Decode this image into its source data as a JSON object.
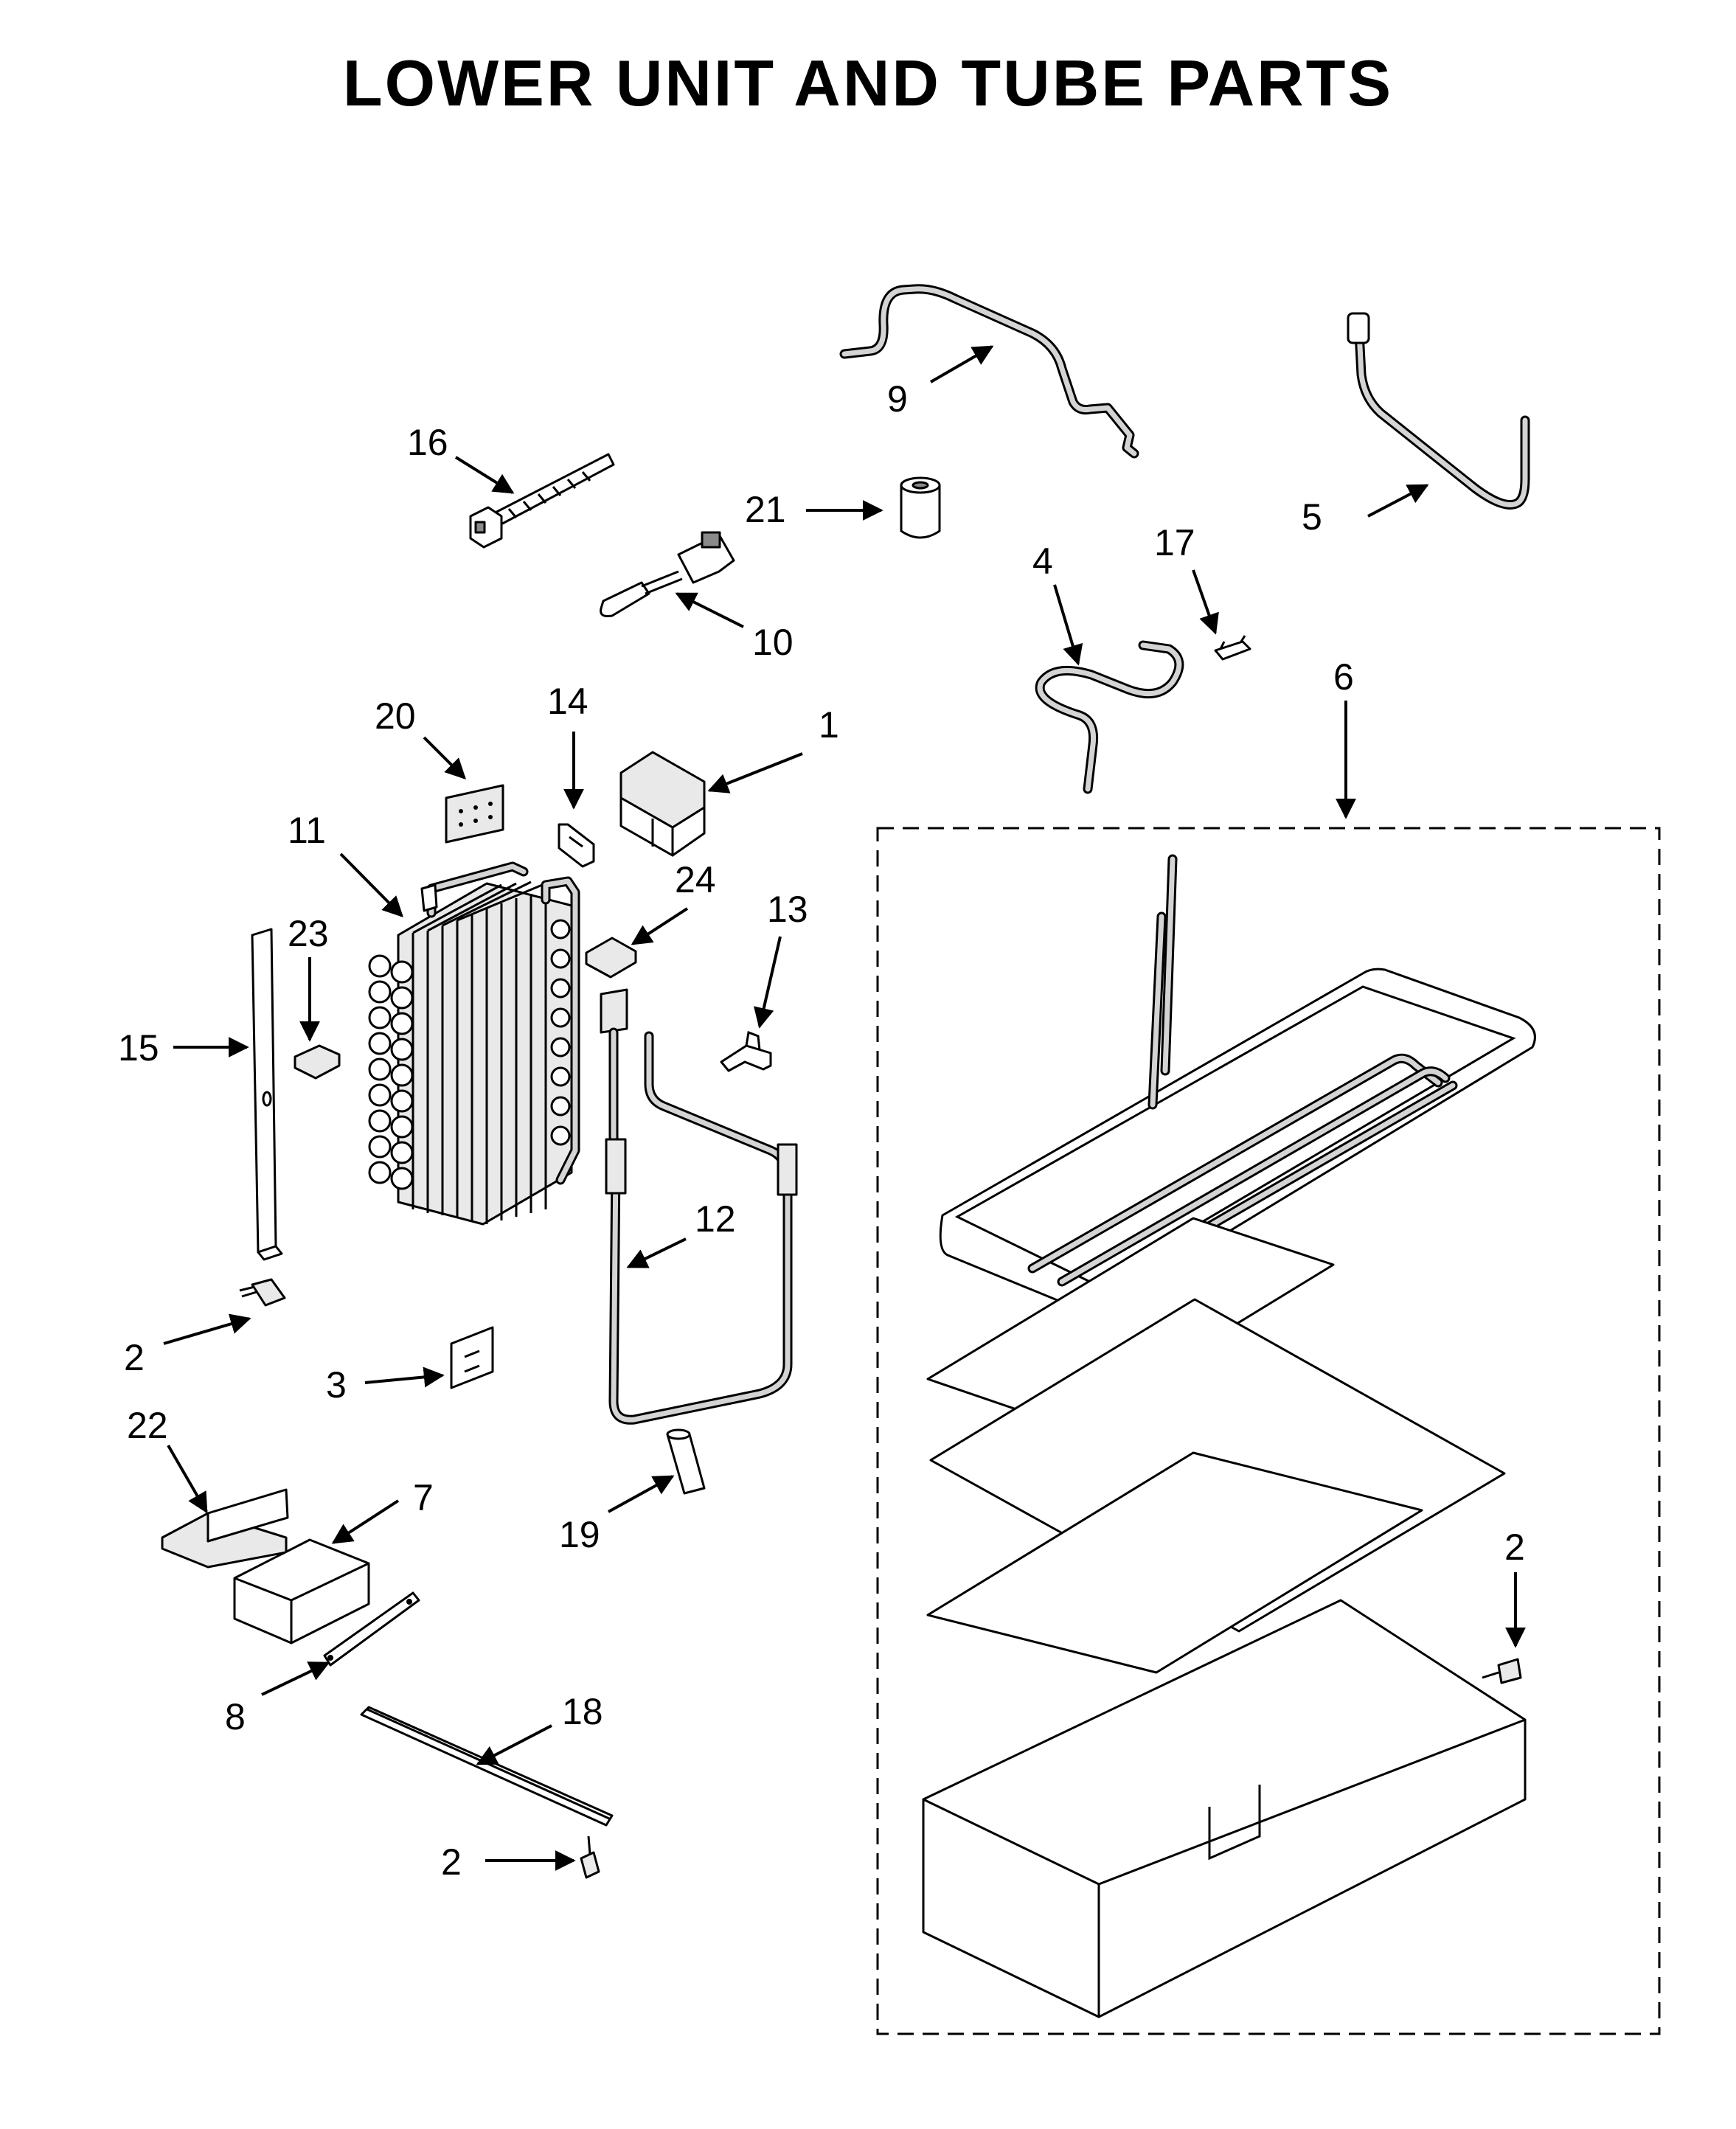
{
  "title": "LOWER UNIT AND TUBE PARTS",
  "callouts": [
    {
      "id": "c9",
      "text": "9"
    },
    {
      "id": "c5",
      "text": "5"
    },
    {
      "id": "c16",
      "text": "16"
    },
    {
      "id": "c21",
      "text": "21"
    },
    {
      "id": "c10",
      "text": "10"
    },
    {
      "id": "c4",
      "text": "4"
    },
    {
      "id": "c17",
      "text": "17"
    },
    {
      "id": "c6",
      "text": "6"
    },
    {
      "id": "c20",
      "text": "20"
    },
    {
      "id": "c14",
      "text": "14"
    },
    {
      "id": "c1",
      "text": "1"
    },
    {
      "id": "c11",
      "text": "11"
    },
    {
      "id": "c24",
      "text": "24"
    },
    {
      "id": "c13",
      "text": "13"
    },
    {
      "id": "c23",
      "text": "23"
    },
    {
      "id": "c15",
      "text": "15"
    },
    {
      "id": "c12",
      "text": "12"
    },
    {
      "id": "c2a",
      "text": "2"
    },
    {
      "id": "c3",
      "text": "3"
    },
    {
      "id": "c22",
      "text": "22"
    },
    {
      "id": "c7",
      "text": "7"
    },
    {
      "id": "c19",
      "text": "19"
    },
    {
      "id": "c2b",
      "text": "2"
    },
    {
      "id": "c8",
      "text": "8"
    },
    {
      "id": "c18",
      "text": "18"
    },
    {
      "id": "c2c",
      "text": "2"
    }
  ]
}
